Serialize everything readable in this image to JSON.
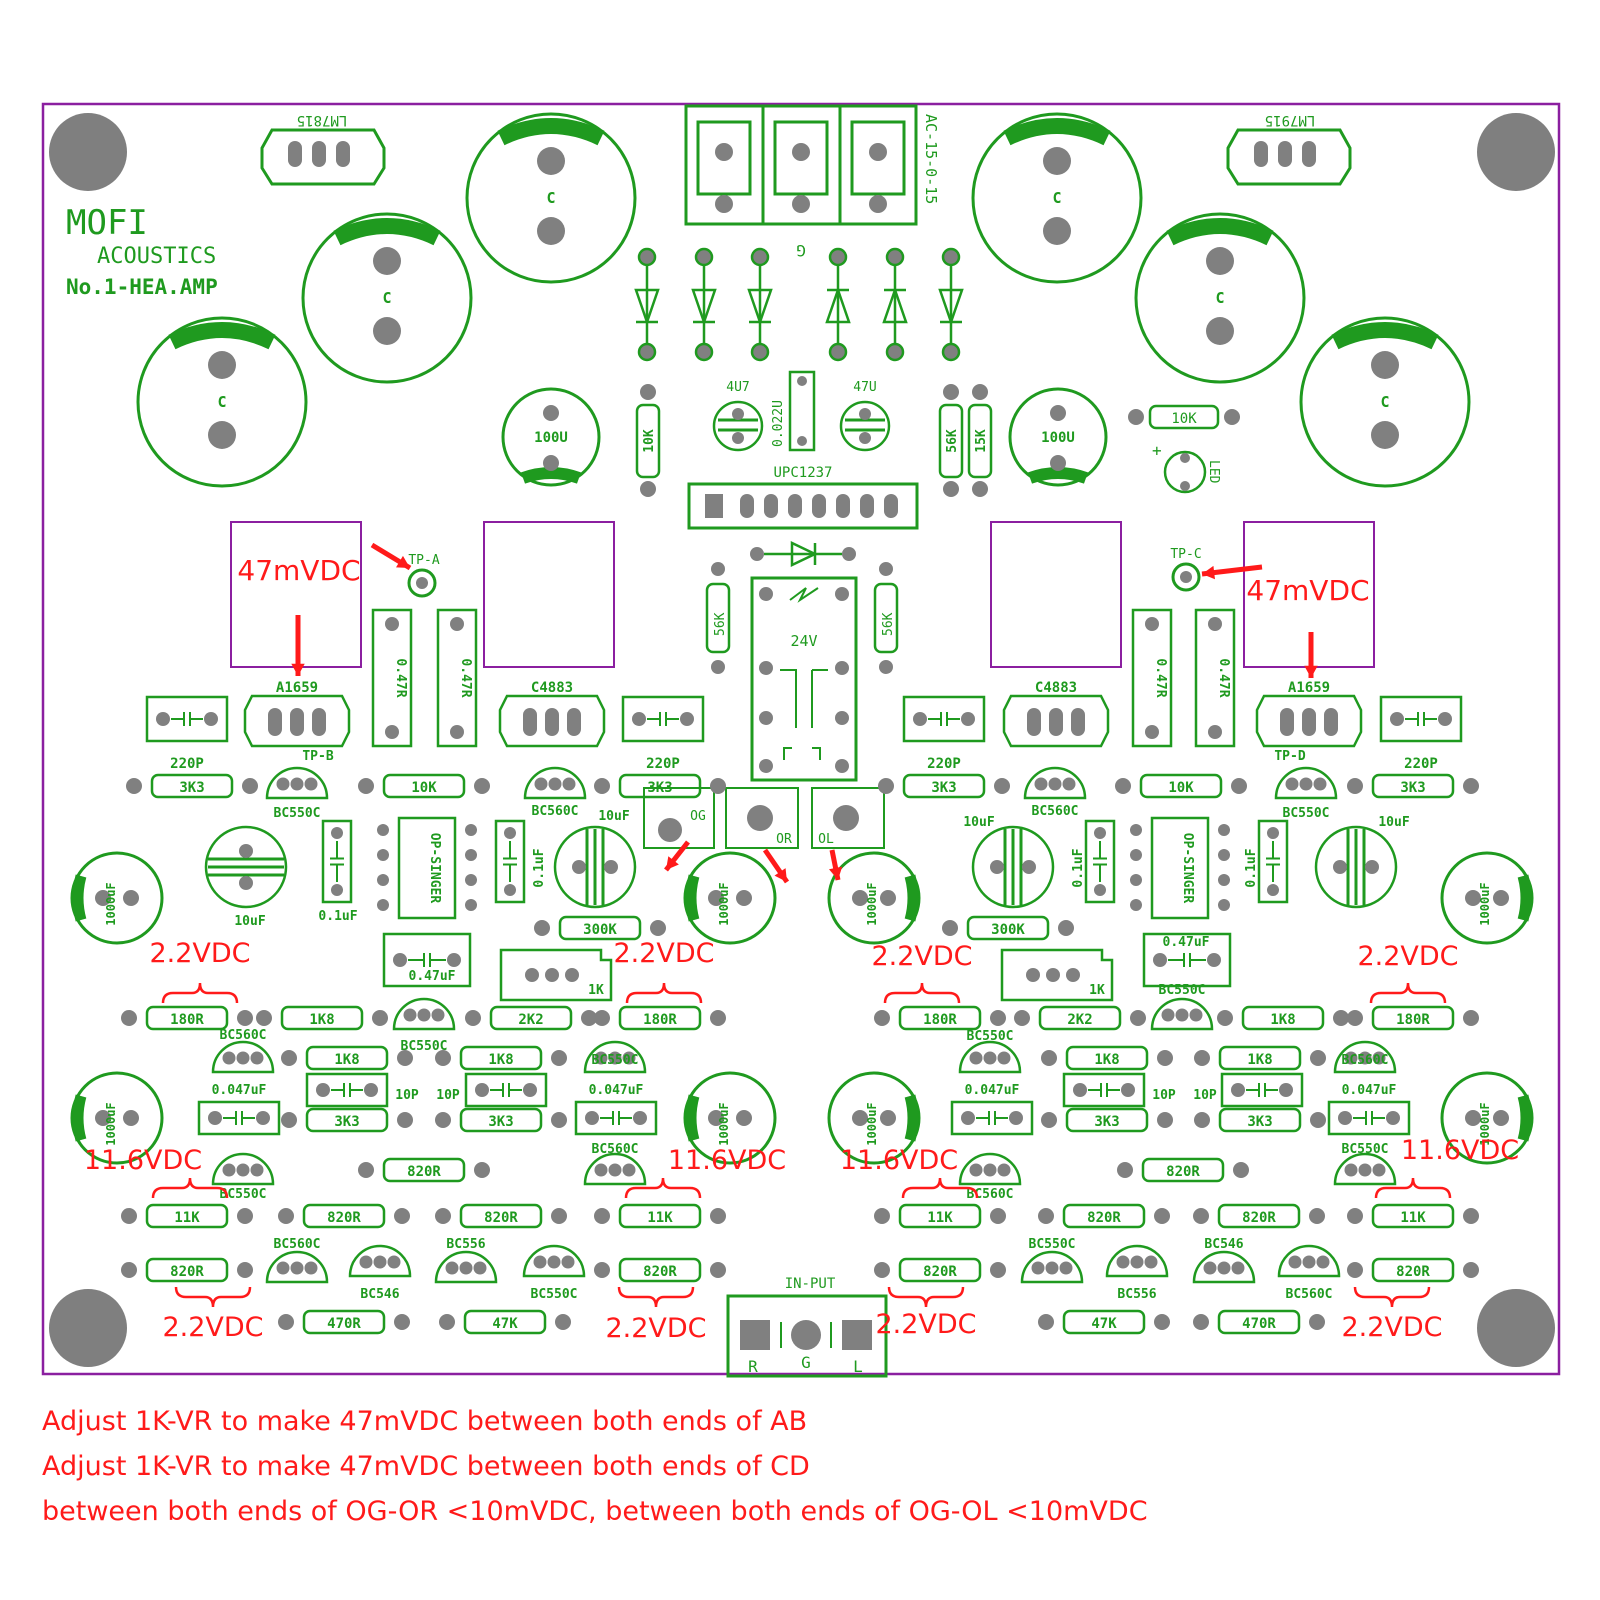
{
  "brand": {
    "line1": "MOFI",
    "line2": "ACOUSTICS",
    "model": "No.1-HEA.AMP"
  },
  "colors": {
    "silk": "#1f9a1f",
    "outline": "#8b1fa0",
    "annotation": "#ff1a1a",
    "hole": "#7f7f7f",
    "pad": "#808080"
  },
  "regulators": {
    "left": "LM7815",
    "right": "LM7915"
  },
  "power": {
    "connector": "AC-15-0-15",
    "ground": "G",
    "ic": "UPC1237",
    "relay": "24V"
  },
  "labels": {
    "c": "C",
    "c100u": "100U",
    "c4u7": "4U7",
    "c47u": "47U",
    "c0022": "0.022U",
    "r10k": "10K",
    "r56k": "56K",
    "r15k": "15K",
    "led": "LED",
    "plus": "+",
    "a1659": "A1659",
    "c4883": "C4883",
    "r047": "0.47R",
    "c220p": "220P",
    "r3k3": "3K3",
    "bc550c": "BC550C",
    "bc560c": "BC560C",
    "c10uf": "10uF",
    "c01uf": "0.1uF",
    "opsinger": "OP-SINGER",
    "r300k": "300K",
    "c047uf": "0.47uF",
    "vr1k": "1K",
    "c1000uf": "1000uF",
    "r180": "180R",
    "r1k8": "1K8",
    "r2k2": "2K2",
    "c10p": "10P",
    "c0047uf": "0.047uF",
    "r820": "820R",
    "r11k": "11K",
    "bc546": "BC546",
    "bc556": "BC556",
    "r470": "470R",
    "r47k": "47K"
  },
  "test_points": {
    "a": "TP-A",
    "b": "TP-B",
    "c": "TP-C",
    "d": "TP-D",
    "og": "OG",
    "or": "OR",
    "ol": "OL"
  },
  "input": {
    "title": "IN-PUT",
    "r": "R",
    "g": "G",
    "l": "L"
  },
  "annotations": {
    "bias": "47mVDC",
    "v22": "2.2VDC",
    "v116": "11.6VDC"
  },
  "notes": [
    "Adjust 1K-VR to make 47mVDC between both ends of AB",
    "Adjust 1K-VR to make 47mVDC between both ends of CD",
    "between both ends of OG-OR <10mVDC, between both ends of OG-OL <10mVDC"
  ]
}
